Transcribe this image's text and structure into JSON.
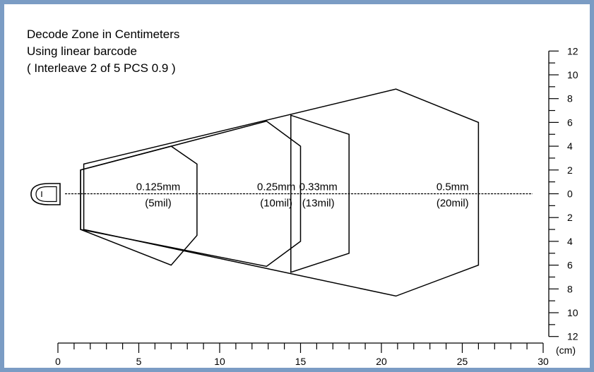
{
  "title": {
    "line1": "Decode Zone in Centimeters",
    "line2": "Using linear barcode",
    "line3": "( Interleave  2 of 5  PCS 0.9 )"
  },
  "chart_data": {
    "type": "diagram",
    "x_axis": {
      "unit_label": "(cm)",
      "range": [
        0,
        30
      ],
      "major_ticks": [
        0,
        5,
        10,
        15,
        20,
        25,
        30
      ],
      "minor_step": 1
    },
    "y_axis": {
      "range": [
        -12,
        12
      ],
      "major_ticks": [
        12,
        10,
        8,
        6,
        4,
        2,
        0,
        -2,
        -4,
        -6,
        -8,
        -10,
        -12
      ],
      "tick_labels": [
        "12",
        "10",
        "8",
        "6",
        "4",
        "2",
        "0",
        "2",
        "4",
        "6",
        "8",
        "10",
        "12"
      ],
      "minor_step": 1
    },
    "zones": [
      {
        "name": "0.125mm",
        "sub": "(5mil)",
        "points": [
          [
            1.4,
            0
          ],
          [
            1.4,
            -3
          ],
          [
            7,
            -6
          ],
          [
            8.6,
            -3.5
          ],
          [
            8.6,
            2.5
          ],
          [
            7,
            4
          ],
          [
            1.4,
            2
          ]
        ],
        "label_x": 6.2
      },
      {
        "name": "0.25mm",
        "sub": "(10mil)",
        "points": [
          [
            1.4,
            2
          ],
          [
            12.9,
            6.1
          ],
          [
            15,
            4
          ],
          [
            15,
            -4
          ],
          [
            12.9,
            -6.1
          ],
          [
            1.4,
            -3
          ]
        ],
        "label_x": 13.5
      },
      {
        "name": "0.33mm",
        "sub": "(13mil)",
        "points": [
          [
            14.4,
            6.6
          ],
          [
            18,
            5
          ],
          [
            18,
            -5
          ],
          [
            14.4,
            -6.6
          ]
        ],
        "label_x": 16.1
      },
      {
        "name": "0.5mm",
        "sub": "(20mil)",
        "points": [
          [
            1.6,
            2.5
          ],
          [
            20.9,
            8.8
          ],
          [
            26,
            6
          ],
          [
            26,
            -6
          ],
          [
            20.9,
            -8.6
          ],
          [
            1.6,
            -3
          ]
        ],
        "label_x": 24.4
      }
    ]
  }
}
